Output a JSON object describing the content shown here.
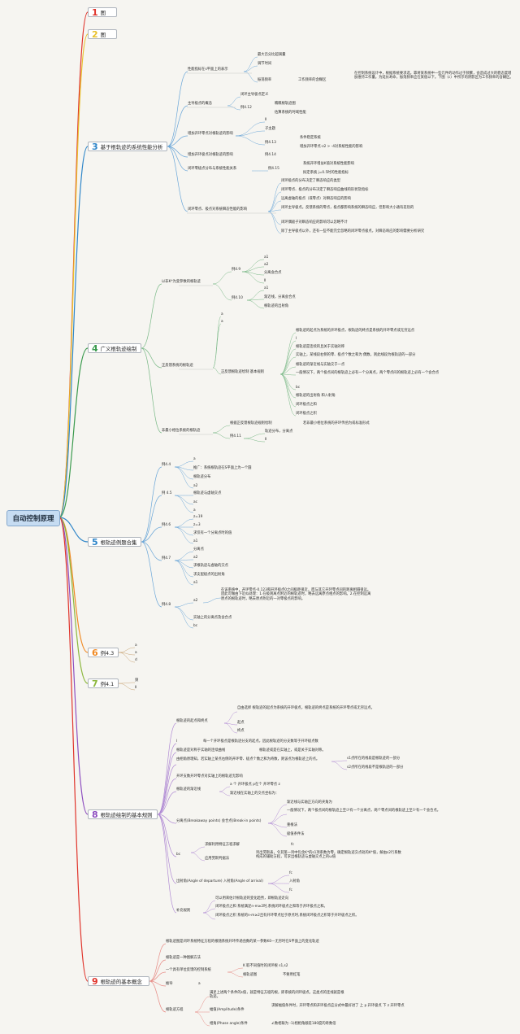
{
  "root": "自动控制原理",
  "colors": {
    "c1": "#e0342b",
    "c2": "#e8c12b",
    "c3": "#2f86c9",
    "c4": "#3a9a4d",
    "c5": "#2f86c9",
    "c6": "#f08a24",
    "c7": "#8cb73d",
    "c8": "#8e4fc0",
    "c9": "#e0342b"
  },
  "topics": [
    {
      "num": "1",
      "text": "图"
    },
    {
      "num": "2",
      "text": "图"
    },
    {
      "num": "3",
      "text": "基于根轨迹的系统性能分析"
    },
    {
      "num": "4",
      "text": "广义根轨迹绘制"
    },
    {
      "num": "5",
      "text": "根轨迹例题合集"
    },
    {
      "num": "6",
      "text": "例4.3"
    },
    {
      "num": "7",
      "text": "例4.1"
    },
    {
      "num": "8",
      "text": "根轨迹绘制的基本规则"
    },
    {
      "num": "9",
      "text": "根轨迹的基本概念"
    }
  ],
  "n": [
    "性能指标在s平面上的表示",
    "最大百分比超调量",
    "调节时间",
    "振荡频率",
    "工作频率的含糊区",
    "在控制系统设计中，根据系统要求选，靠将某系统中一些元件的动作过于频繁，会造成过大的稳态度增加维持工作量。为延长寿命，振荡频率应在某值以下。下图（c）中所示的阴影区为工作频率的含糊区。",
    "主导极点的概念",
    "闭环主导极点定义",
    "例4.12",
    "瞧瞧根轨迹图",
    "估算系统的时域性能",
    "增加开环零点对根轨迹的影响",
    "Ⅱ",
    "子主题",
    "例4.13",
    "条件稳定系统",
    "增加开环零点-z2 > -4对系统性能的影响",
    "增加开环极点对根轨迹的影响",
    "例4.14",
    "闭环零极点分布与系统性能关系",
    "例4.15",
    "系统开环增益K值对系统性能影响",
    "拟定系统 j=0.5时的性能指标",
    "闭环零点、极点对系统瞬态性能的影响",
    "闭环极点的分布决定了瞬态响应的类型",
    "闭环零点、极点的分布决定了瞬态响应曲线的形状及指标",
    "远离虚轴的极点（或零点）对瞬态响应的影响",
    "闭环主导极点。反馈系统的零点，极点都影响系统的瞬态响应，但影响大小通有差别的",
    "闭环偶极子对瞬态响应的影响可以忽略不计",
    "除了主导极点以外，还有一些不能完全忽略的闭环零点极点，对瞬态响应的影响需要分析研究",
    "以非K*为变参数的根轨迹",
    "例4.9",
    "a1",
    "a2",
    "分离会合点",
    "Ⅱ",
    "例4.10",
    "a1",
    "渐近线，分离会合点",
    "根轨迹的出射角",
    "a",
    "a",
    "正反馈系统的根轨迹",
    "根轨迹的起点为系统的开环极点，根轨迹的终点是系统的开环零点或无穷远点",
    "Ⅰ",
    "根轨迹是连续的且关于实轴对称",
    "实轴上，某线段右侧的零、极点个数之和为 偶数，则此线段为根轨迹的一部分",
    "根轨迹的渐近线与实轴交于一点",
    "一般情况下，两个极点间的根轨迹上必有一个分离点，两个零点间的根轨迹上必有一个会合点",
    "bc",
    "根轨迹的出射角 和入射角",
    "闭环极点之和",
    "闭环极点之积",
    "正反馈根轨迹绘制 基本规则",
    "非最小相位系统的根轨迹",
    "根据正反馈根轨迹规则绘制",
    "若非最小相位系统的开环传函为或标准形式",
    "例4.11",
    "轨迹分布，分离点",
    "Ⅱ",
    "例4.4",
    "a",
    "推广：系统根轨迹在S平面上为一个圆",
    "根轨迹分布",
    "a2",
    "例 4.5",
    "根轨迹与虚轴交点",
    "ac",
    "a",
    "例4.6",
    "z=19",
    "z=3",
    "求仅有一个分离点时的值",
    "a1",
    "例4.7",
    "分离点",
    "a2",
    "求根轨迹与虚轴的交点",
    "求支配极点的出射角",
    "a1",
    "例4.8",
    "a2",
    "在该系统中，开环零点-0.123和开环极点0之间极距很近，而与其它开环零点间的距离相隔很远。因此可做由下近似处理：1.在极则离点附近的根轨迹时，略去远离原点相点的影响。2.在控制远离原点的根轨迹时，略去原点附近的一对零极点的影响。",
    "实轴上的分离点及会合点",
    "bc",
    "a",
    "a",
    "d",
    "频",
    "Ⅱ",
    "根轨迹的起点和终点",
    "自由选择 根轨迹的起点为系统的开环极点，根轨迹的终点是系统的开环零点或无穷远点。",
    "起点",
    "终点",
    "Ⅰ",
    "每一个开环极点是根轨迹分支的起点，因此根轨迹的分支数等于开环极点数",
    "根轨迹是对称于实轴的连续曲线",
    "根轨迹或是在实轴上，或是关于实轴对称。",
    "由相角原理知，若实轴上某点右侧的开环零、极点个数之和为奇数，则该点为根轨迹上的点。",
    "s1点所在的线段是根轨迹的一部分",
    "s2点所在的线段不是根轨迹的一部分",
    "开环支数开环零点对实轴上的根轨迹无影响",
    "根轨迹的渐近线",
    "a 个 开环极点 p在个 开环零点 z",
    "渐近线在实轴上的交点坐标为：",
    "分离点(Breakaway points) 会合点(Break-in points)",
    "渐近线与实轴正方向的夹角为",
    "一般情况下，两个极点间的根轨迹上至少有一个分离点，两个零点间的根轨迹上至少有一个会合点。",
    "重根法",
    "极值条件法",
    "bc",
    "求解利用特征方程求解",
    "fc",
    "应用劳斯判据法",
    "列出劳斯表，令其第一列中包含K*的s1项系数为零，确定根轨迹交点处的K*值，解由s2行系数构成的辅助方程，可求出根轨迹与虚轴交点上的ω值",
    "出射角(Angle of departure) 入射角(Angle of arrival)",
    "fc",
    "入射角",
    "fc",
    "补充规则",
    "可以用来估计根轨迹的变化趋势，即根轨迹走向",
    "闭环极点之和 系统满足n-m≥2时,系统闭环极点之和等于开环极点之和。",
    "闭环极点之积 系统的n-m≥2且有开环零点位于原点时,系统闭环极点之积等于开环极点之积。",
    "根轨迹图是闭环系统特征方程的根随系统开环传递函数的某一参数K0—无穷时在S平面上的变化轨迹",
    "根轨迹是一种图解方法",
    "一个具有单位反馈的控制系统",
    "K 取不同值时的闭环根 s1,s2",
    "根轨迹图",
    "不要用红笔",
    "推导",
    "a",
    "根轨迹方程",
    "满足上述两个条件的s值，就是特征方程的根，即系统的闭环极点。这类点的连线就是根轨迹。",
    "幅值(Amplitude)条件",
    "求解幅值条件时，开环零点和开环极点应分式中最好进了 上 p 开环极点 下 z 开环零点",
    "相角(Phase angle)条件",
    "∠数相联为 -1(相相角顺差180度的奇数倍"
  ]
}
